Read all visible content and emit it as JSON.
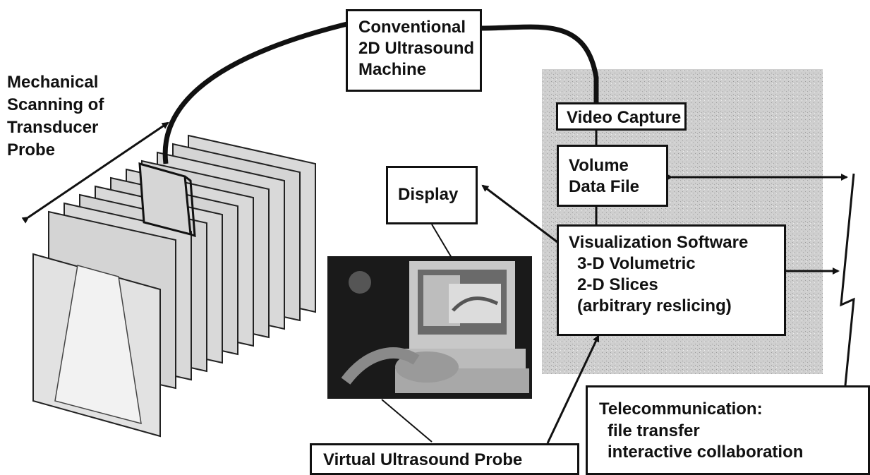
{
  "machine_box": {
    "lines": [
      "Conventional",
      "2D Ultrasound",
      "Machine"
    ]
  },
  "scanning_label": {
    "lines": [
      "Mechanical",
      "Scanning of",
      "Transducer",
      "Probe"
    ]
  },
  "display_box": {
    "label": "Display"
  },
  "video_capture_box": {
    "label": "Video Capture"
  },
  "volume_box": {
    "lines": [
      "Volume",
      "Data File"
    ]
  },
  "visualization_box": {
    "lines": [
      "Visualization Software",
      "3-D Volumetric",
      "2-D Slices",
      "(arbitrary reslicing)"
    ]
  },
  "virtual_probe_box": {
    "label": "Virtual Ultrasound Probe"
  },
  "telecom_box": {
    "lines": [
      "Telecommunication:",
      "file transfer",
      "interactive collaboration"
    ]
  },
  "colors": {
    "stroke": "#111111",
    "panel": "#c9c9c9",
    "slice": "#d4d4d4",
    "photo": "#1a1a1a"
  }
}
